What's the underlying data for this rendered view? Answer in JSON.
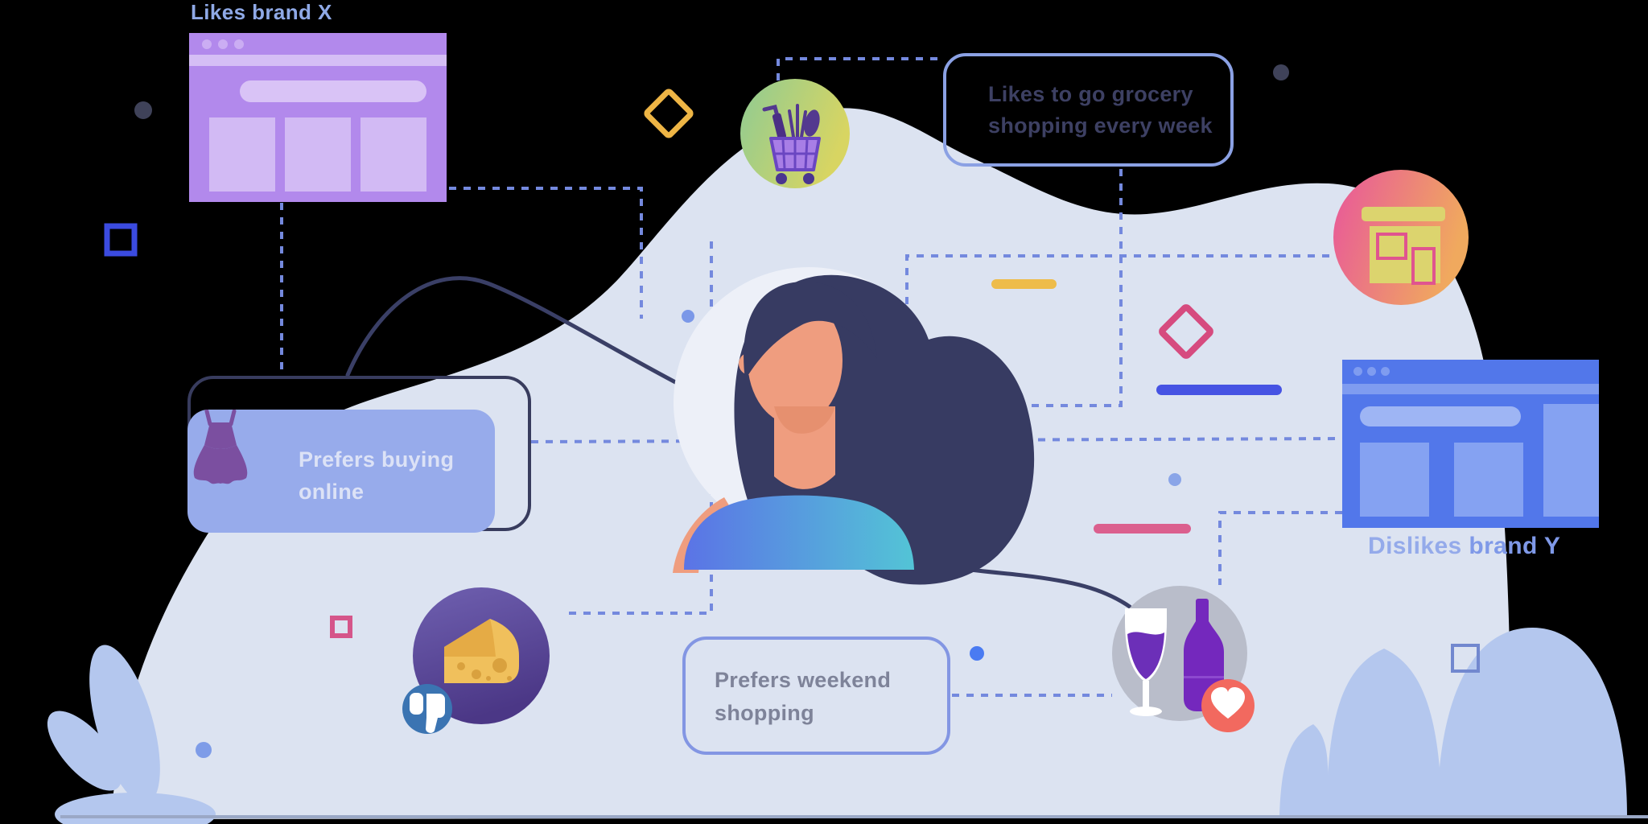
{
  "title": "Customer persona preferences illustration",
  "background": "#000000",
  "labels": {
    "likes_brand_x": "Likes brand X",
    "dislikes_prefix": "Dislikes ",
    "dislikes_suffix": "brand Y"
  },
  "callouts": {
    "grocery": "Likes to go grocery shopping every week",
    "buying_online": "Prefers buying online",
    "weekend": "Prefers weekend shopping"
  },
  "icons": {
    "grocery_cart": "shopping-cart-with-groceries",
    "store": "storefront",
    "cheese": "cheese-wedge",
    "thumbs_down": "thumbs-down-badge",
    "wine": "wine-glass-and-bottle",
    "heart": "heart-badge",
    "dress": "dress",
    "browser_purple": "website-window-brand-x",
    "browser_blue": "website-window-brand-y",
    "avatar": "woman-avatar"
  },
  "colors": {
    "blob": "#dce3f1",
    "leaf_cloud": "#b4c7ee",
    "dash_line": "#7489de",
    "dark_line": "#3a3f66",
    "purple_browser": "#b289ec",
    "blue_browser": "#5277ea",
    "callout_border": "#8ba1e4",
    "online_fill": "#97abeb",
    "cart_circle": "#93cd90 → #d6d366",
    "store_circle": "#e8569b → #f0a95e",
    "cheese_circle": "#6f60b0 → #4b3786",
    "wine_circle": "#b9bdca",
    "yellow": "#eebc4a",
    "indigo": "#4653e3",
    "pink": "#db5f8e",
    "skin": "#ef9d7f",
    "hair": "#373b62",
    "shirt": "#5b73e6 → #53c4d6"
  }
}
